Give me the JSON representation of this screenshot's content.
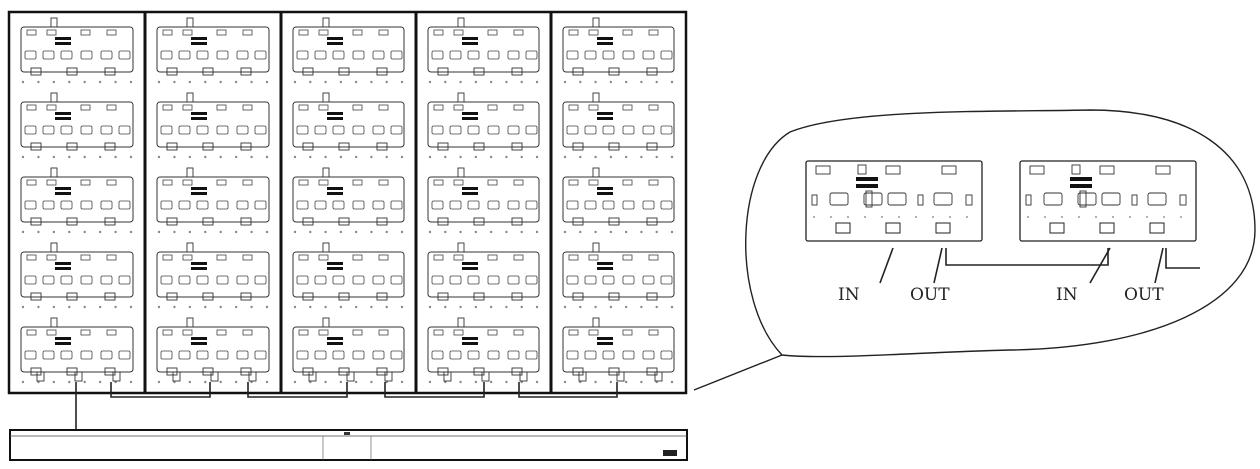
{
  "diagram": {
    "columns": 5,
    "rows": 5,
    "labels": {
      "in_1": "IN",
      "out_1": "OUT",
      "in_2": "IN",
      "out_2": "OUT"
    },
    "colors": {
      "line": "#222222",
      "background": "#ffffff"
    }
  }
}
